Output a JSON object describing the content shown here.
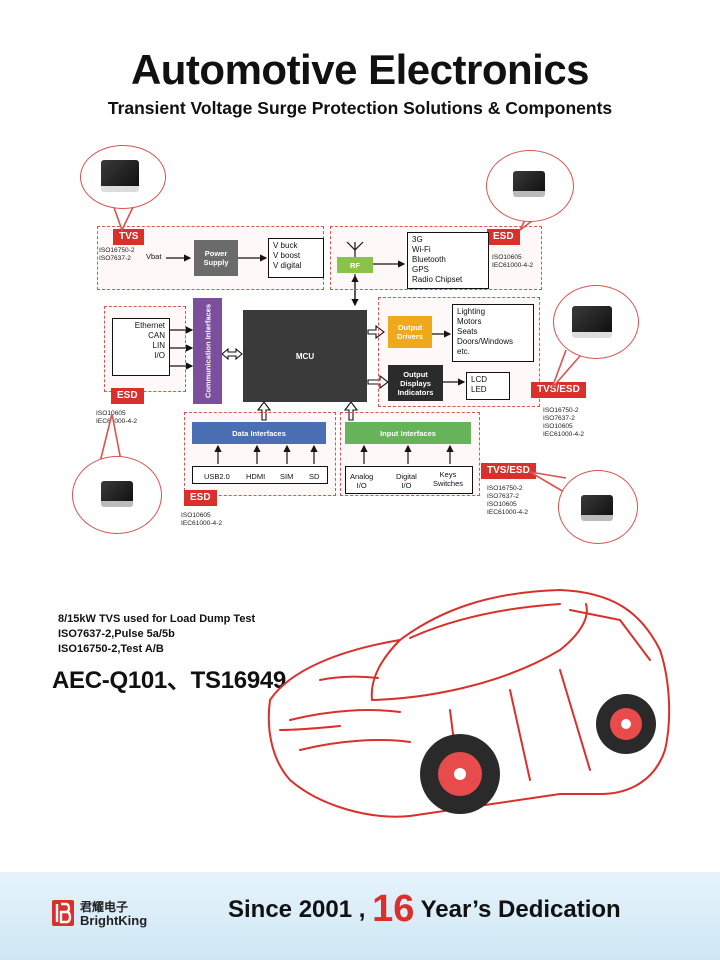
{
  "header": {
    "title": "Automotive Electronics",
    "subtitle": "Transient Voltage Surge Protection Solutions & Components"
  },
  "tags": {
    "tvs": "TVS",
    "esd_rf": "ESD",
    "esd_comm": "ESD",
    "esd_data": "ESD",
    "tvs_esd_out": "TVS/ESD",
    "tvs_esd_in": "TVS/ESD"
  },
  "standards": {
    "tvs": "ISO16750-2\nISO7637-2",
    "esd_rf": "ISO10605\nIEC61000-4-2",
    "esd_comm": "ISO10605\nIEC61000-4-2",
    "esd_data": "ISO10605\nIEC61000-4-2",
    "tvs_esd_out": "ISO16750-2\nISO7637-2\nISO10605\nIEC61000-4-2",
    "tvs_esd_in": "ISO16750-2\nISO7637-2\nISO10605\nIEC61000-4-2"
  },
  "blocks": {
    "vbat": "Vbat",
    "power_supply": "Power Supply",
    "power_outputs": "V buck\nV boost\nV digital",
    "rf": "RF",
    "rf_list": "3G\nWi-Fi\nBluetooth\nGPS\nRadio Chipset",
    "comm_list": "Ethernet\nCAN\nLIN\nI/O",
    "comm_interfaces": "Communication Interfaces",
    "mcu": "MCU",
    "output_drivers": "Output Drivers",
    "drivers_list": "Lighting\nMotors\nSeats\nDoors/Windows\netc.",
    "output_displays": "Output Displays Indicators",
    "display_list": "LCD\nLED",
    "data_interfaces": "Data Interfaces",
    "input_interfaces": "Input Interfaces",
    "data_usb": "USB2.0",
    "data_hdmi": "HDMI",
    "data_sim": "SIM",
    "data_sd": "SD",
    "in_analog": "Analog\nI/O",
    "in_digital": "Digital\nI/O",
    "in_keys": "Keys\nSwitches"
  },
  "notes": {
    "line1": "8/15kW TVS used for Load Dump Test",
    "line2": "ISO7637-2,Pulse 5a/5b",
    "line3": "ISO16750-2,Test A/B",
    "cert": "AEC-Q101、TS16949"
  },
  "footer": {
    "brand_cn": "君耀电子",
    "brand_en": "BrightKing",
    "slogan_pre": "Since 2001 ,",
    "slogan_num": "16",
    "slogan_post": "Year’s Dedication"
  },
  "colors": {
    "accent_red": "#d9302c",
    "power_supply": "#6b6b6b",
    "rf": "#8bc34a",
    "comm": "#7b4f9e",
    "mcu": "#3a3a3a",
    "output_drivers": "#f0a81c",
    "data_interfaces": "#4a6fb5",
    "input_interfaces": "#66b35a",
    "footer_bg": "#d6ebf7"
  },
  "icons": {
    "antenna": "antenna-icon",
    "chip": "smd-chip-icon",
    "car": "car-outline-icon",
    "logo": "brightking-logo-icon"
  }
}
